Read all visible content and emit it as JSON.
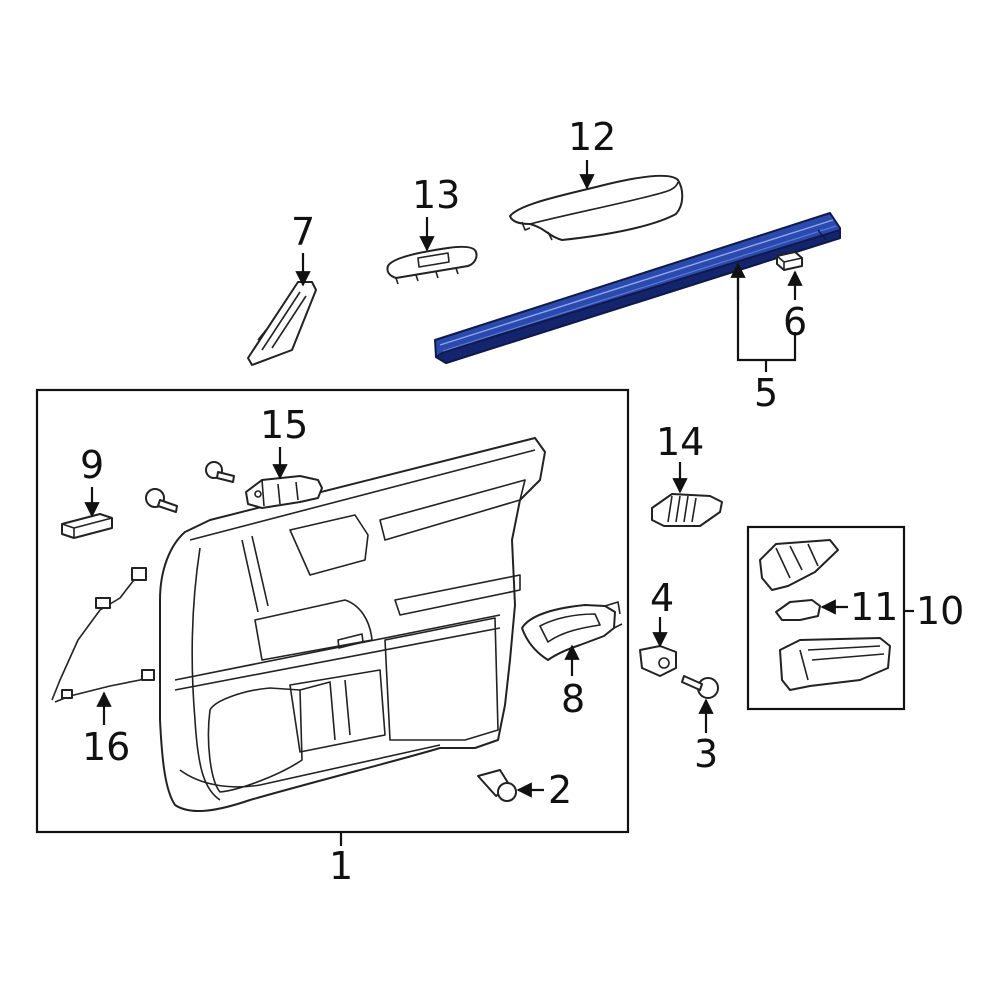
{
  "colors": {
    "highlight": "#2a4aad",
    "highlight_dark": "#14256e",
    "line": "#222222",
    "background": "#ffffff"
  },
  "callouts": [
    {
      "id": "c1",
      "text": "1"
    },
    {
      "id": "c2",
      "text": "2"
    },
    {
      "id": "c3",
      "text": "3"
    },
    {
      "id": "c4",
      "text": "4"
    },
    {
      "id": "c5",
      "text": "5"
    },
    {
      "id": "c6",
      "text": "6"
    },
    {
      "id": "c7",
      "text": "7"
    },
    {
      "id": "c8",
      "text": "8"
    },
    {
      "id": "c9",
      "text": "9"
    },
    {
      "id": "c10",
      "text": "10"
    },
    {
      "id": "c11",
      "text": "11"
    },
    {
      "id": "c12",
      "text": "12"
    },
    {
      "id": "c13",
      "text": "13"
    },
    {
      "id": "c14",
      "text": "14"
    },
    {
      "id": "c15",
      "text": "15"
    },
    {
      "id": "c16",
      "text": "16"
    }
  ],
  "highlighted_part": "5"
}
